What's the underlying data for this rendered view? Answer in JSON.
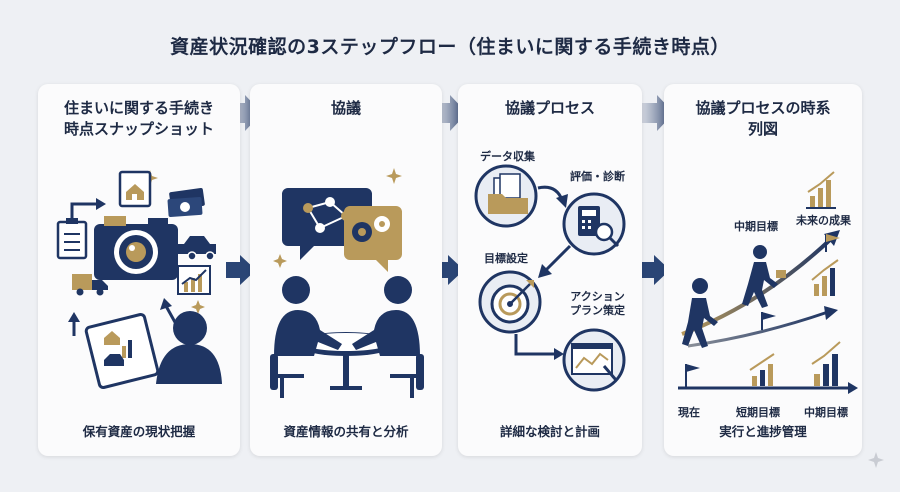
{
  "title": "資産状況確認の3ステップフロー（住まいに関する手続き時点）",
  "steps": [
    {
      "title_line1": "住まいに関する手続き",
      "title_line2": "時点スナップショット",
      "footer": "保有資産の現状把握"
    },
    {
      "title_line1": "協議",
      "title_line2": "",
      "footer": "資産情報の共有と分析"
    },
    {
      "title_line1": "協議プロセス",
      "title_line2": "",
      "footer": "詳細な検討と計画",
      "labels": {
        "data_collection": "データ収集",
        "evaluation": "評価・診断",
        "goal_setting": "目標設定",
        "action_line1": "アクション",
        "action_line2": "プラン策定"
      }
    },
    {
      "title_line1": "協議プロセスの時系",
      "title_line2": "列図",
      "footer": "実行と進捗管理",
      "labels": {
        "mid_goal": "中期目標",
        "future": "未来の成果",
        "now": "現在",
        "short_goal": "短期目標",
        "mid_goal_axis": "中期目標"
      }
    }
  ],
  "colors": {
    "navy": "#1f3563",
    "gold": "#b99a5b",
    "gray": "#8a8f98",
    "card": "#fbfbfc",
    "background": "#eef0f4"
  }
}
